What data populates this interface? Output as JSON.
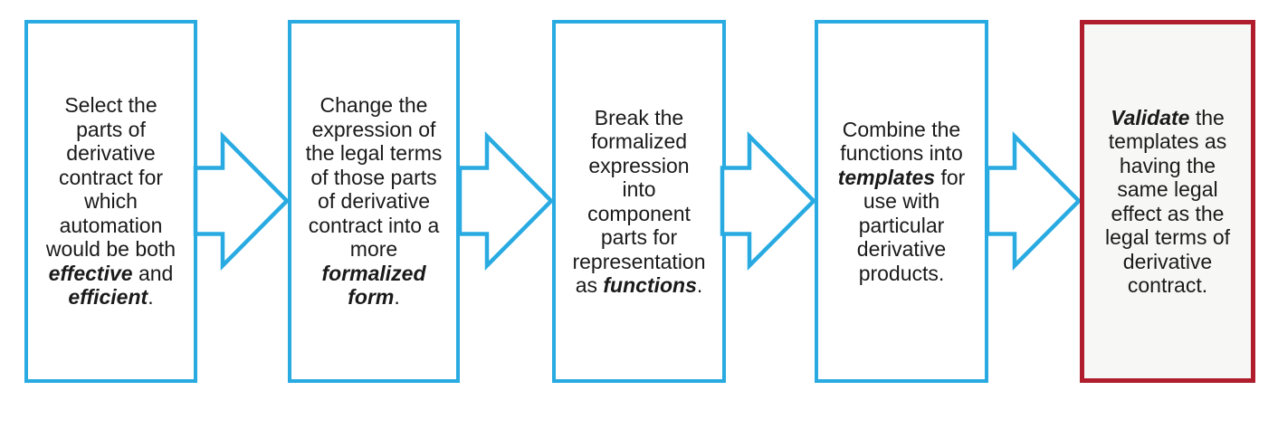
{
  "colors": {
    "cyan": "#29ABE2",
    "red": "#B01E2E",
    "text": "#1a1a1a",
    "final_fill": "#F7F7F5"
  },
  "diagram": {
    "name": "derivative-contract-automation-process-flow",
    "arrow_icon": "right-block-arrow-icon",
    "steps": [
      {
        "id": "step-1",
        "border_color": "cyan",
        "lines": [
          [
            {
              "t": "Select the"
            }
          ],
          [
            {
              "t": "parts of"
            }
          ],
          [
            {
              "t": "derivative"
            }
          ],
          [
            {
              "t": "contract for"
            }
          ],
          [
            {
              "t": "which"
            }
          ],
          [
            {
              "t": "automation"
            }
          ],
          [
            {
              "t": "would be both"
            }
          ],
          [
            {
              "t": "effective",
              "em": true
            },
            {
              "t": " and"
            }
          ],
          [
            {
              "t": "efficient",
              "em": true
            },
            {
              "t": "."
            }
          ]
        ]
      },
      {
        "id": "step-2",
        "border_color": "cyan",
        "lines": [
          [
            {
              "t": "Change the"
            }
          ],
          [
            {
              "t": "expression of"
            }
          ],
          [
            {
              "t": "the legal terms"
            }
          ],
          [
            {
              "t": "of those parts"
            }
          ],
          [
            {
              "t": "of derivative"
            }
          ],
          [
            {
              "t": "contract into a"
            }
          ],
          [
            {
              "t": "more"
            }
          ],
          [
            {
              "t": "formalized",
              "em": true
            }
          ],
          [
            {
              "t": "form",
              "em": true
            },
            {
              "t": "."
            }
          ]
        ]
      },
      {
        "id": "step-3",
        "border_color": "cyan",
        "lines": [
          [
            {
              "t": "Break the"
            }
          ],
          [
            {
              "t": "formalized"
            }
          ],
          [
            {
              "t": "expression"
            }
          ],
          [
            {
              "t": "into"
            }
          ],
          [
            {
              "t": "component"
            }
          ],
          [
            {
              "t": "parts for"
            }
          ],
          [
            {
              "t": "representation"
            }
          ],
          [
            {
              "t": "as "
            },
            {
              "t": "functions",
              "em": true
            },
            {
              "t": "."
            }
          ]
        ]
      },
      {
        "id": "step-4",
        "border_color": "cyan",
        "lines": [
          [
            {
              "t": "Combine the"
            }
          ],
          [
            {
              "t": "functions into"
            }
          ],
          [
            {
              "t": "templates",
              "em": true
            },
            {
              "t": " for"
            }
          ],
          [
            {
              "t": "use with"
            }
          ],
          [
            {
              "t": "particular"
            }
          ],
          [
            {
              "t": "derivative"
            }
          ],
          [
            {
              "t": "products."
            }
          ]
        ]
      },
      {
        "id": "step-5",
        "border_color": "red",
        "lines": [
          [
            {
              "t": "Validate",
              "em": true
            },
            {
              "t": " the"
            }
          ],
          [
            {
              "t": "templates as"
            }
          ],
          [
            {
              "t": "having the"
            }
          ],
          [
            {
              "t": "same legal"
            }
          ],
          [
            {
              "t": "effect as the"
            }
          ],
          [
            {
              "t": "legal terms of"
            }
          ],
          [
            {
              "t": "derivative"
            }
          ],
          [
            {
              "t": "contract."
            }
          ]
        ]
      }
    ]
  }
}
